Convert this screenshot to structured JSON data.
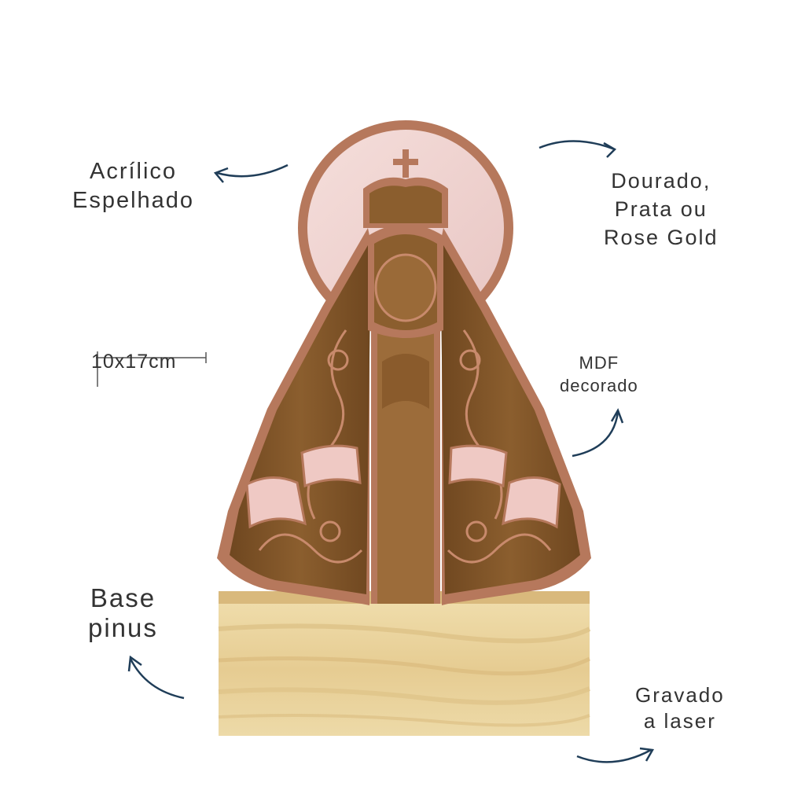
{
  "labels": {
    "acrilico": [
      "Acrílico",
      "Espelhado"
    ],
    "finish": [
      "Dourado,",
      "Prata ou",
      "Rose Gold"
    ],
    "mdf": [
      "MDF",
      "decorado"
    ],
    "base": [
      "Base",
      "pinus"
    ],
    "gravado": [
      "Gravado",
      "a laser"
    ],
    "size": "10x17cm"
  },
  "colors": {
    "rose_gold": "#b6785c",
    "mirror": "#efd3d1",
    "wood_dark": "#7d5226",
    "pine": "#ecd6a3",
    "arrow": "#1f3d58"
  }
}
